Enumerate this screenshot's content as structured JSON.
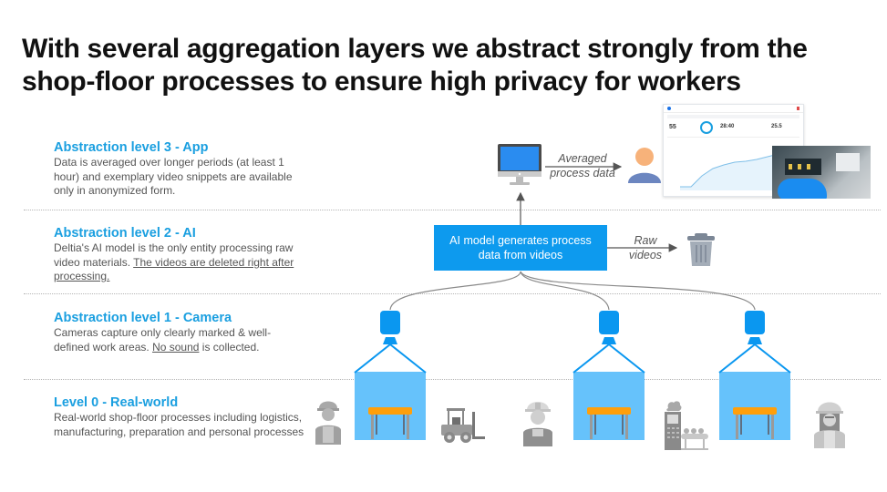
{
  "title": "With several aggregation layers we abstract strongly from the shop-floor processes to ensure high privacy for workers",
  "levels": [
    {
      "title": "Abstraction level 3 - App",
      "desc_parts": [
        "Data is averaged over longer periods (at least 1 hour) and exemplary video snippets are available only in anonymized form."
      ]
    },
    {
      "title": "Abstraction level 2 - AI",
      "desc_plain": "Deltia's AI model is the only entity processing raw video materials. ",
      "desc_underlined": "The videos are deleted right after processing."
    },
    {
      "title": "Abstraction level 1 - Camera",
      "desc_before": "Cameras capture only clearly marked & well-defined work areas. ",
      "desc_underlined": "No sound",
      "desc_after": " is collected."
    },
    {
      "title": "Level 0 - Real-world",
      "desc_parts": [
        "Real-world shop-floor processes including logistics, manufacturing, preparation and personal processes"
      ]
    }
  ],
  "diagram": {
    "ai_box_line1": "AI model generates process",
    "ai_box_line2": "data from videos",
    "averaged_label_line1": "Averaged",
    "averaged_label_line2": "process data",
    "raw_label_line1": "Raw",
    "raw_label_line2": "videos",
    "icons": {
      "computer": "monitor-icon",
      "user": "user-icon",
      "trash": "trash-icon",
      "camera": "camera-icon",
      "workbench": "workbench-icon",
      "worker": "worker-icon",
      "forklift": "forklift-icon",
      "machine": "machine-icon"
    },
    "camera_count": 3
  },
  "dashboard": {
    "kpi_1": "55",
    "kpi_2": "28:40",
    "kpi_3": "25.5"
  },
  "colors": {
    "accent": "#1a9fe0",
    "ai_box": "#0d9aee",
    "camera": "#0a97f0",
    "work_area": "#66c2fb",
    "table_top": "#ff9f0a",
    "icon_gray": "#9a9a9a"
  }
}
